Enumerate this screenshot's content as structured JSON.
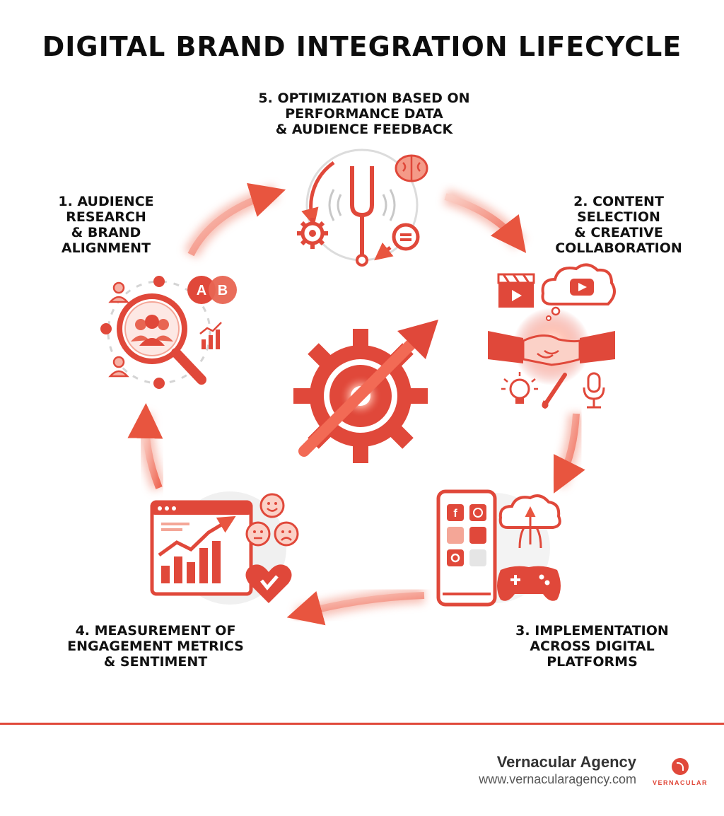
{
  "title": "DIGITAL BRAND INTEGRATION LIFECYCLE",
  "steps": [
    {
      "label": "1. AUDIENCE\nRESEARCH\n& BRAND\nALIGNMENT",
      "icon": "audience-research-icon"
    },
    {
      "label": "2. CONTENT\nSELECTION\n& CREATIVE\nCOLLABORATION",
      "icon": "content-collaboration-icon"
    },
    {
      "label": "3. IMPLEMENTATION\nACROSS DIGITAL\nPLATFORMS",
      "icon": "digital-platforms-icon"
    },
    {
      "label": "4. MEASUREMENT OF\nENGAGEMENT METRICS\n& SENTIMENT",
      "icon": "engagement-metrics-icon"
    },
    {
      "label": "5. OPTIMIZATION BASED ON\nPERFORMANCE DATA\n& AUDIENCE FEEDBACK",
      "icon": "optimization-icon"
    }
  ],
  "center_icon": "gear-growth-arrow-icon",
  "ab_test": {
    "a": "A",
    "b": "B"
  },
  "footer": {
    "company": "Vernacular Agency",
    "url": "www.vernacularagency.com",
    "logo_text": "VERNACULAR"
  },
  "colors": {
    "accent": "#e0483a",
    "accent_light": "#f7c5bd",
    "text": "#111111"
  }
}
